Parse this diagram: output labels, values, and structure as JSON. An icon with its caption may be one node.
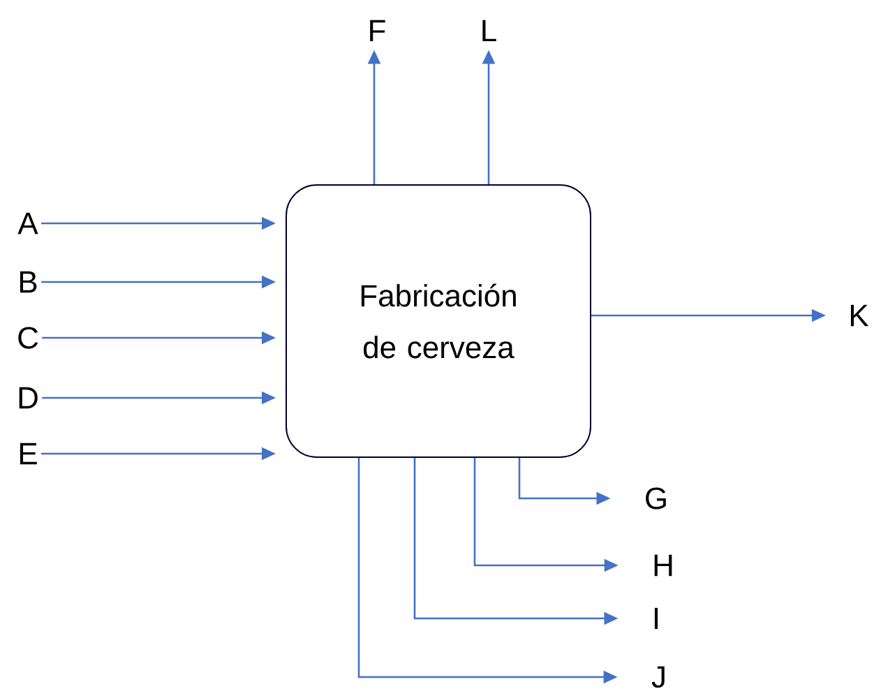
{
  "diagram": {
    "nodes": [
      {
        "text": [
          "Fabricación de cerveza"
        ]
      },
      {
        "text": [
          "A"
        ]
      },
      {
        "text": [
          "B"
        ]
      },
      {
        "text": [
          "C"
        ]
      },
      {
        "text": [
          "D"
        ]
      },
      {
        "text": [
          "E"
        ]
      },
      {
        "text": [
          "F"
        ]
      },
      {
        "text": [
          "L"
        ]
      },
      {
        "text": [
          "K"
        ]
      },
      {
        "text": [
          "G"
        ]
      },
      {
        "text": [
          "H"
        ]
      },
      {
        "text": [
          "I"
        ]
      },
      {
        "text": [
          "J"
        ]
      }
    ],
    "edges": [
      {
        "from": 1,
        "to": 0,
        "arrow": "to"
      },
      {
        "from": 2,
        "to": 0,
        "arrow": "to"
      },
      {
        "from": 3,
        "to": 0,
        "arrow": "to"
      },
      {
        "from": 4,
        "to": 0,
        "arrow": "to"
      },
      {
        "from": 5,
        "to": 0,
        "arrow": "to"
      },
      {
        "from": 0,
        "to": 6,
        "arrow": "to"
      },
      {
        "from": 0,
        "to": 7,
        "arrow": "to"
      },
      {
        "from": 0,
        "to": 8,
        "arrow": "to"
      },
      {
        "from": 0,
        "to": 9,
        "arrow": "to"
      },
      {
        "from": 0,
        "to": 10,
        "arrow": "to"
      },
      {
        "from": 0,
        "to": 11,
        "arrow": "to"
      },
      {
        "from": 0,
        "to": 12,
        "arrow": "to"
      }
    ]
  }
}
